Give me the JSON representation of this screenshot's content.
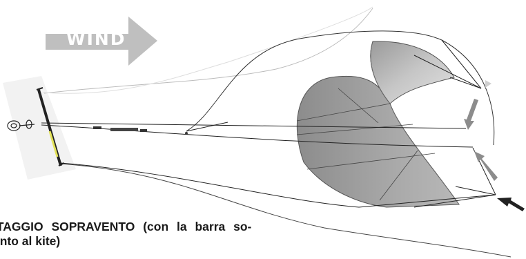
{
  "wind_label": "WIND",
  "caption": {
    "line1": "ITAGGIO SOPRAVENTO (con la barra so-",
    "line2": "ento al kite)"
  },
  "colors": {
    "wind_arrow": "#bfbfbf",
    "kite_canopy": "#a8a8a8",
    "kite_canopy_dark": "#8a8a8a",
    "kite_tip": "#c9c9c9",
    "direction_arrows": "#8c8c8c",
    "input_arrow": "#222222",
    "bar_highlight": "#e4e35a",
    "lines": "#333333"
  }
}
